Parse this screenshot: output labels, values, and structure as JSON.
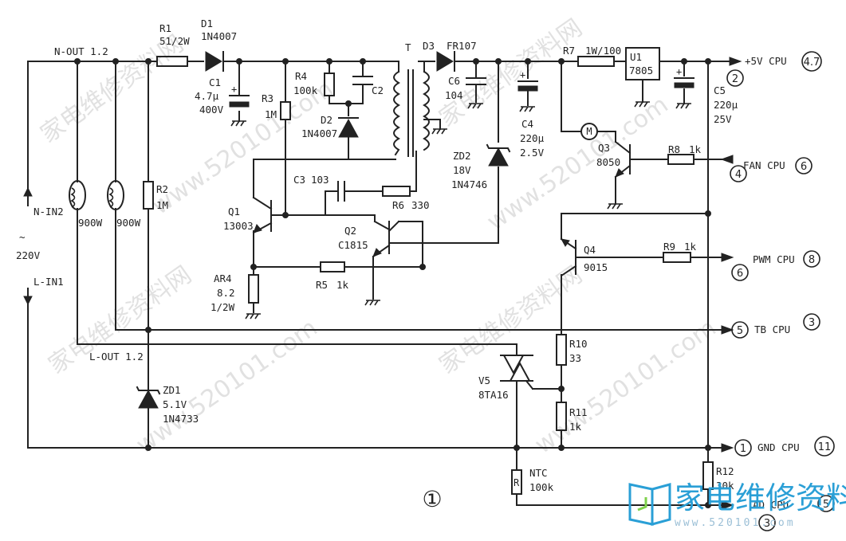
{
  "nets": {
    "n_out": "N-OUT 1.2",
    "l_out": "L-OUT 1.2",
    "n_in": "N-IN2",
    "l_in": "L-IN1",
    "ac_symbol": "~",
    "ac_voltage": "220V"
  },
  "components": {
    "r1": {
      "ref": "R1",
      "value": "51/2W"
    },
    "d1": {
      "ref": "D1",
      "value": "1N4007"
    },
    "c1": {
      "ref": "C1",
      "value": "4.7μ",
      "value2": "400V"
    },
    "r3": {
      "ref": "R3",
      "value": "1M"
    },
    "r4": {
      "ref": "R4",
      "value": "100k"
    },
    "c2": {
      "ref": "C2"
    },
    "d2": {
      "ref": "D2",
      "value": "1N4007"
    },
    "t": {
      "ref": "T"
    },
    "d3": {
      "ref": "D3",
      "value": "FR107"
    },
    "c6": {
      "ref": "C6",
      "value": "104"
    },
    "c4": {
      "ref": "C4",
      "value": "220μ",
      "value2": "2.5V"
    },
    "zd2": {
      "ref": "ZD2",
      "value": "18V",
      "value2": "1N4746"
    },
    "r7": {
      "ref": "R7",
      "value": "1W/100"
    },
    "u1": {
      "ref": "U1",
      "value": "7805"
    },
    "c5": {
      "ref": "C5",
      "value": "220μ",
      "value2": "25V"
    },
    "m": {
      "ref": "M"
    },
    "q3": {
      "ref": "Q3",
      "value": "8050"
    },
    "r8": {
      "ref": "R8",
      "value": "1k"
    },
    "q1": {
      "ref": "Q1",
      "value": "13003"
    },
    "c3": {
      "ref": "C3",
      "value": "103"
    },
    "r6": {
      "ref": "R6",
      "value": "330"
    },
    "q2": {
      "ref": "Q2",
      "value": "C1815"
    },
    "r5": {
      "ref": "R5",
      "value": "1k"
    },
    "ar4": {
      "ref": "AR4",
      "value": "8.2",
      "value2": "1/2W"
    },
    "q4": {
      "ref": "Q4",
      "value": "9015"
    },
    "r9": {
      "ref": "R9",
      "value": "1k"
    },
    "r2": {
      "ref": "R2",
      "value": "1M"
    },
    "heater1": {
      "value": "900W"
    },
    "heater2": {
      "value": "900W"
    },
    "r10": {
      "ref": "R10",
      "value": "33"
    },
    "v5": {
      "ref": "V5",
      "value": "8TA16"
    },
    "r11": {
      "ref": "R11",
      "value": "1k"
    },
    "zd1": {
      "ref": "ZD1",
      "value": "5.1V",
      "value2": "1N4733"
    },
    "ntc": {
      "ref": "NTC",
      "value": "100k",
      "symbol": "R"
    },
    "r12": {
      "ref": "R12",
      "value": "30k"
    }
  },
  "outputs": {
    "v5_cpu": {
      "label": "+5V CPU",
      "pin_a": "2",
      "pin_b": "4.7"
    },
    "fan_cpu": {
      "label": "FAN CPU",
      "pin_a": "4",
      "pin_b": "6"
    },
    "pwm_cpu": {
      "label": "PWM CPU",
      "pin_a": "6",
      "pin_b": "8"
    },
    "tb_cpu": {
      "label": "TB CPU",
      "pin_a": "5",
      "pin_b": "3"
    },
    "gnd_cpu": {
      "label": "GND CPU",
      "pin_a": "1",
      "pin_b": "11"
    },
    "ad_cpu": {
      "label": "AD CPU",
      "pin_a": "3",
      "pin_b": "5"
    }
  },
  "figure_number": "①",
  "watermarks": {
    "cn": "家电维修资料网",
    "url": "www.520101.com"
  },
  "logo": {
    "text": "家电维修资料网",
    "url": "www.520101.com"
  },
  "colors": {
    "ink": "#222222",
    "watermark": "#c9c9c9",
    "logo_blue": "#2a9fd6"
  }
}
